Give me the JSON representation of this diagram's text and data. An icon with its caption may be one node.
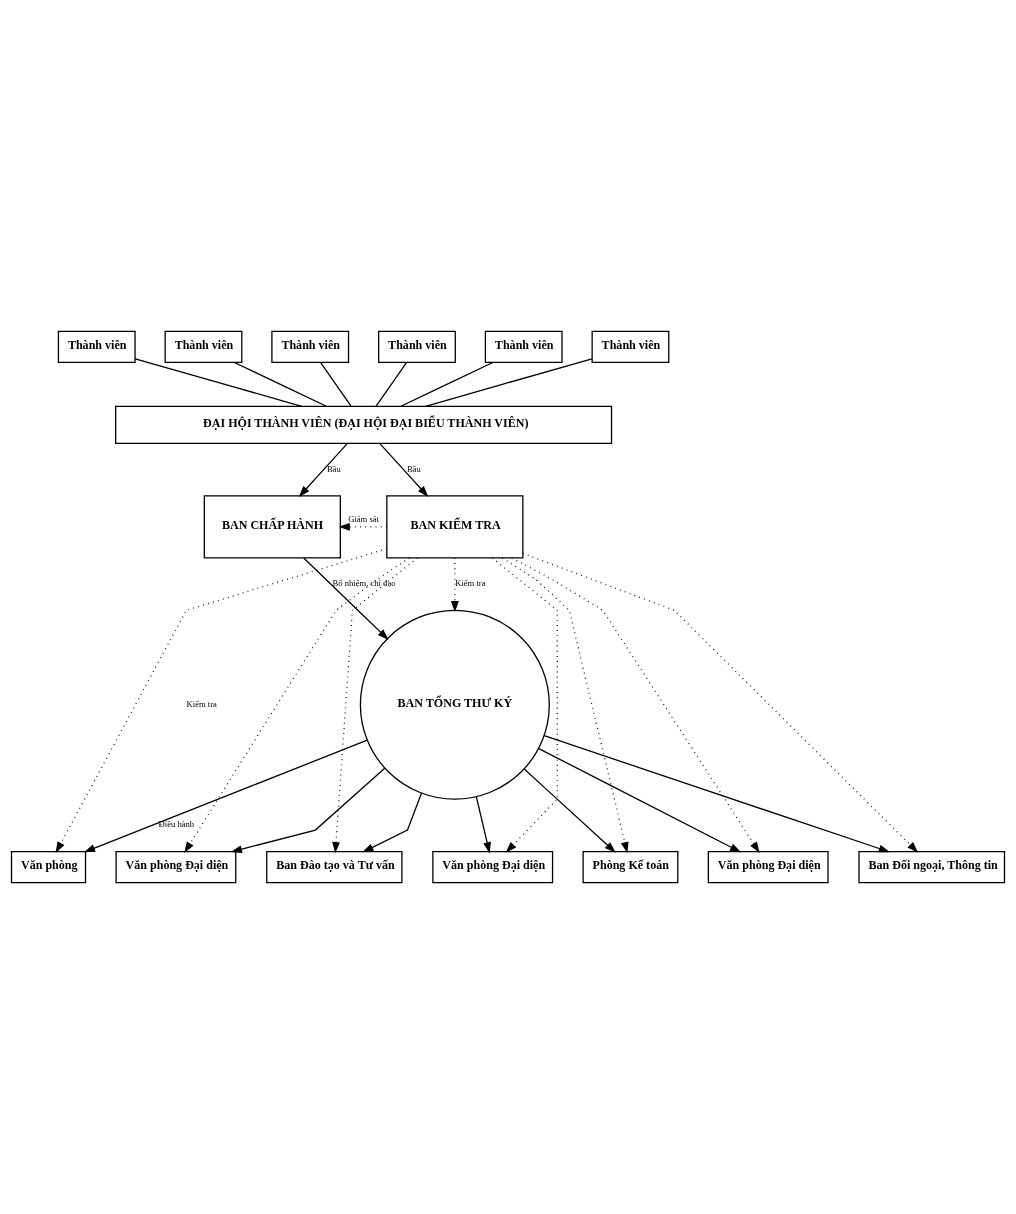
{
  "diagram": {
    "nodes": [
      {
        "text": [
          "Thành viên"
        ]
      },
      {
        "text": [
          "Thành viên"
        ]
      },
      {
        "text": [
          "Thành viên"
        ]
      },
      {
        "text": [
          "Thành viên"
        ]
      },
      {
        "text": [
          "Thành viên"
        ]
      },
      {
        "text": [
          "Thành viên"
        ]
      },
      {
        "text": [
          "ĐẠI HỘI THÀNH VIÊN (ĐẠI HỘI ĐẠI BIỂU THÀNH VIÊN)"
        ]
      },
      {
        "text": [
          "BAN CHẤP HÀNH"
        ]
      },
      {
        "text": [
          "BAN KIỂM TRA"
        ]
      },
      {
        "text": [
          "BAN TỔNG THƯ KÝ"
        ]
      },
      {
        "text": [
          "Văn phòng"
        ]
      },
      {
        "text": [
          "Ban Đào tạo và Tư vấn"
        ]
      },
      {
        "text": [
          "Phòng Kế toán"
        ]
      },
      {
        "text": [
          "Ban Đối ngoại, Thông tin"
        ]
      },
      {
        "text": [
          "Văn phòng Đại diện"
        ]
      },
      {
        "text": [
          "Văn phòng Đại diện"
        ]
      },
      {
        "text": [
          "Văn phòng Đại diện"
        ]
      }
    ],
    "edges": [
      {
        "from": 0,
        "to": 6,
        "arrow": "none"
      },
      {
        "from": 1,
        "to": 6,
        "arrow": "none"
      },
      {
        "from": 2,
        "to": 6,
        "arrow": "none"
      },
      {
        "from": 3,
        "to": 6,
        "arrow": "none"
      },
      {
        "from": 4,
        "to": 6,
        "arrow": "none"
      },
      {
        "from": 5,
        "to": 6,
        "arrow": "none"
      },
      {
        "from": 6,
        "to": 7,
        "arrow": "to",
        "label": "Bầu"
      },
      {
        "from": 6,
        "to": 8,
        "arrow": "to",
        "label": "Bầu"
      },
      {
        "from": 8,
        "to": 7,
        "arrow": "to",
        "label": "Giám sát",
        "style": "dashed"
      },
      {
        "from": 7,
        "to": 9,
        "arrow": "to",
        "label": "Bổ nhiệm, chỉ đạo"
      },
      {
        "from": 8,
        "to": 9,
        "arrow": "to",
        "label": "Kiểm tra",
        "style": "dashed"
      },
      {
        "from": 9,
        "to": 10,
        "arrow": "to",
        "label": "Điều hành"
      },
      {
        "from": 9,
        "to": 14,
        "arrow": "to"
      },
      {
        "from": 9,
        "to": 11,
        "arrow": "to"
      },
      {
        "from": 9,
        "to": 15,
        "arrow": "to"
      },
      {
        "from": 9,
        "to": 12,
        "arrow": "to"
      },
      {
        "from": 9,
        "to": 16,
        "arrow": "to"
      },
      {
        "from": 9,
        "to": 13,
        "arrow": "to"
      },
      {
        "from": 8,
        "to": 10,
        "arrow": "to",
        "label": "Kiểm tra",
        "style": "dashed"
      },
      {
        "from": 8,
        "to": 14,
        "arrow": "to",
        "style": "dashed"
      },
      {
        "from": 8,
        "to": 11,
        "arrow": "to",
        "style": "dashed"
      },
      {
        "from": 8,
        "to": 15,
        "arrow": "to",
        "style": "dashed"
      },
      {
        "from": 8,
        "to": 12,
        "arrow": "to",
        "style": "dashed"
      },
      {
        "from": 8,
        "to": 16,
        "arrow": "to",
        "style": "dashed"
      },
      {
        "from": 8,
        "to": 13,
        "arrow": "to",
        "style": "dashed"
      }
    ]
  }
}
